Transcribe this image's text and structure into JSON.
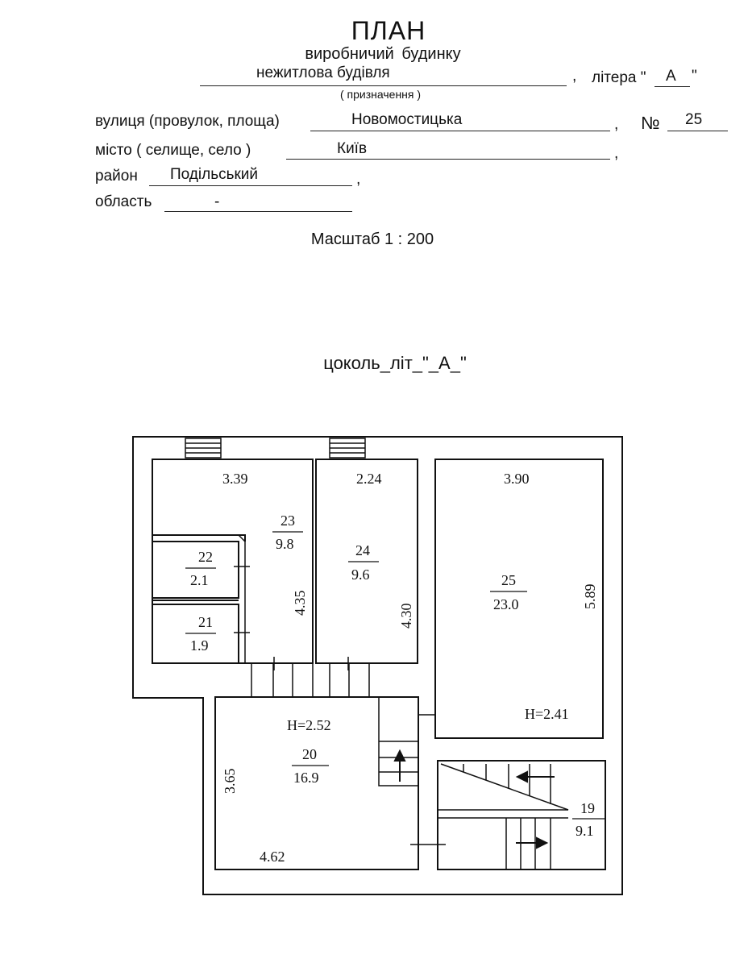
{
  "header": {
    "title": "ПЛАН",
    "subtitle": "виробничий будинку",
    "purpose_value": "нежитлова будівля",
    "purpose_caption": "( призначення )",
    "litera_label": "літера \"",
    "litera_value": "А",
    "litera_close": "\"",
    "street_label": "вулиця (провулок, площа)",
    "street_value": "Новомостицька",
    "number_label": "№",
    "number_value": "25",
    "city_label": "місто ( селище, село )",
    "city_value": "Київ",
    "district_label": "район",
    "district_value": "Подільський",
    "region_label": "область",
    "region_value": "-",
    "comma": ",",
    "scale": "Масштаб 1 : 200"
  },
  "floor_label": "цоколь_літ_\"_А_\"",
  "rooms": [
    {
      "number": "23",
      "area": "9.8",
      "width": "3.39",
      "length": "4.35"
    },
    {
      "number": "24",
      "area": "9.6",
      "width": "2.24",
      "length": "4.30"
    },
    {
      "number": "25",
      "area": "23.0",
      "width": "3.90",
      "length": "5.89",
      "height": "H=2.41"
    },
    {
      "number": "22",
      "area": "2.1"
    },
    {
      "number": "21",
      "area": "1.9"
    },
    {
      "number": "20",
      "area": "16.9",
      "width": "4.62",
      "length": "3.65",
      "height": "H=2.52"
    },
    {
      "number": "19",
      "area": "9.1"
    }
  ]
}
